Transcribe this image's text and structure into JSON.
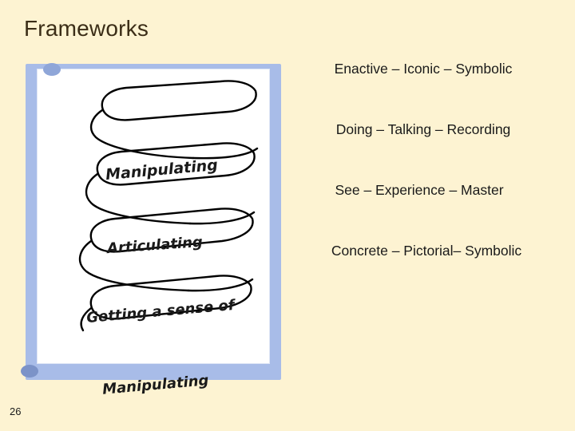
{
  "slide": {
    "title": "Frameworks",
    "page_number": "26",
    "background_color": "#fdf3d2"
  },
  "figure": {
    "name": "spiral-progression-diagram",
    "frame_color": "#a8bce8",
    "page_color": "#ffffff",
    "labels": [
      "Manipulating",
      "Articulating",
      "Getting a sense of",
      "Manipulating"
    ]
  },
  "frameworks": {
    "lines": [
      "Enactive – Iconic – Symbolic",
      "Doing – Talking – Recording",
      "See – Experience – Master",
      "Concrete – Pictorial– Symbolic"
    ]
  }
}
